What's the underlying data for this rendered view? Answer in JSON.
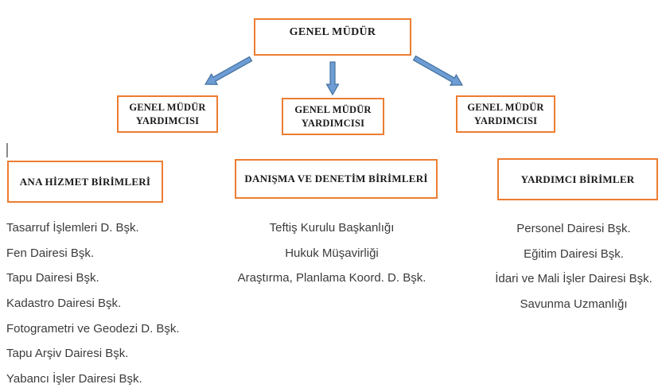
{
  "colors": {
    "box_border": "#ED7D31",
    "arrow_fill": "#6E9CD4",
    "arrow_stroke": "#41719C",
    "box_text": "#1a1a1a",
    "list_text": "#3b3b3b"
  },
  "org_chart": {
    "root": {
      "label": "GENEL MÜDÜR"
    },
    "deputies": [
      {
        "label": "GENEL MÜDÜR YARDIMCISI"
      },
      {
        "label": "GENEL MÜDÜR YARDIMCISI"
      },
      {
        "label": "GENEL MÜDÜR YARDIMCISI"
      }
    ],
    "sections": [
      {
        "title": "ANA HİZMET BİRİMLERİ",
        "items": [
          "Tasarruf İşlemleri D. Bşk.",
          "Fen Dairesi Bşk.",
          "Tapu Dairesi Bşk.",
          "Kadastro Dairesi Bşk.",
          "Fotogrametri ve Geodezi D. Bşk.",
          "Tapu Arşiv Dairesi Bşk.",
          "Yabancı İşler Dairesi Bşk."
        ]
      },
      {
        "title": "DANIŞMA VE DENETİM BİRİMLERİ",
        "items": [
          "Teftiş Kurulu Başkanlığı",
          "Hukuk Müşavirliği",
          "Araştırma, Planlama Koord. D. Bşk."
        ]
      },
      {
        "title": "YARDIMCI BİRİMLER",
        "items": [
          "Personel Dairesi Bşk.",
          "Eğitim Dairesi Bşk.",
          "İdari ve Mali İşler Dairesi Bşk.",
          "Savunma Uzmanlığı"
        ]
      }
    ]
  }
}
